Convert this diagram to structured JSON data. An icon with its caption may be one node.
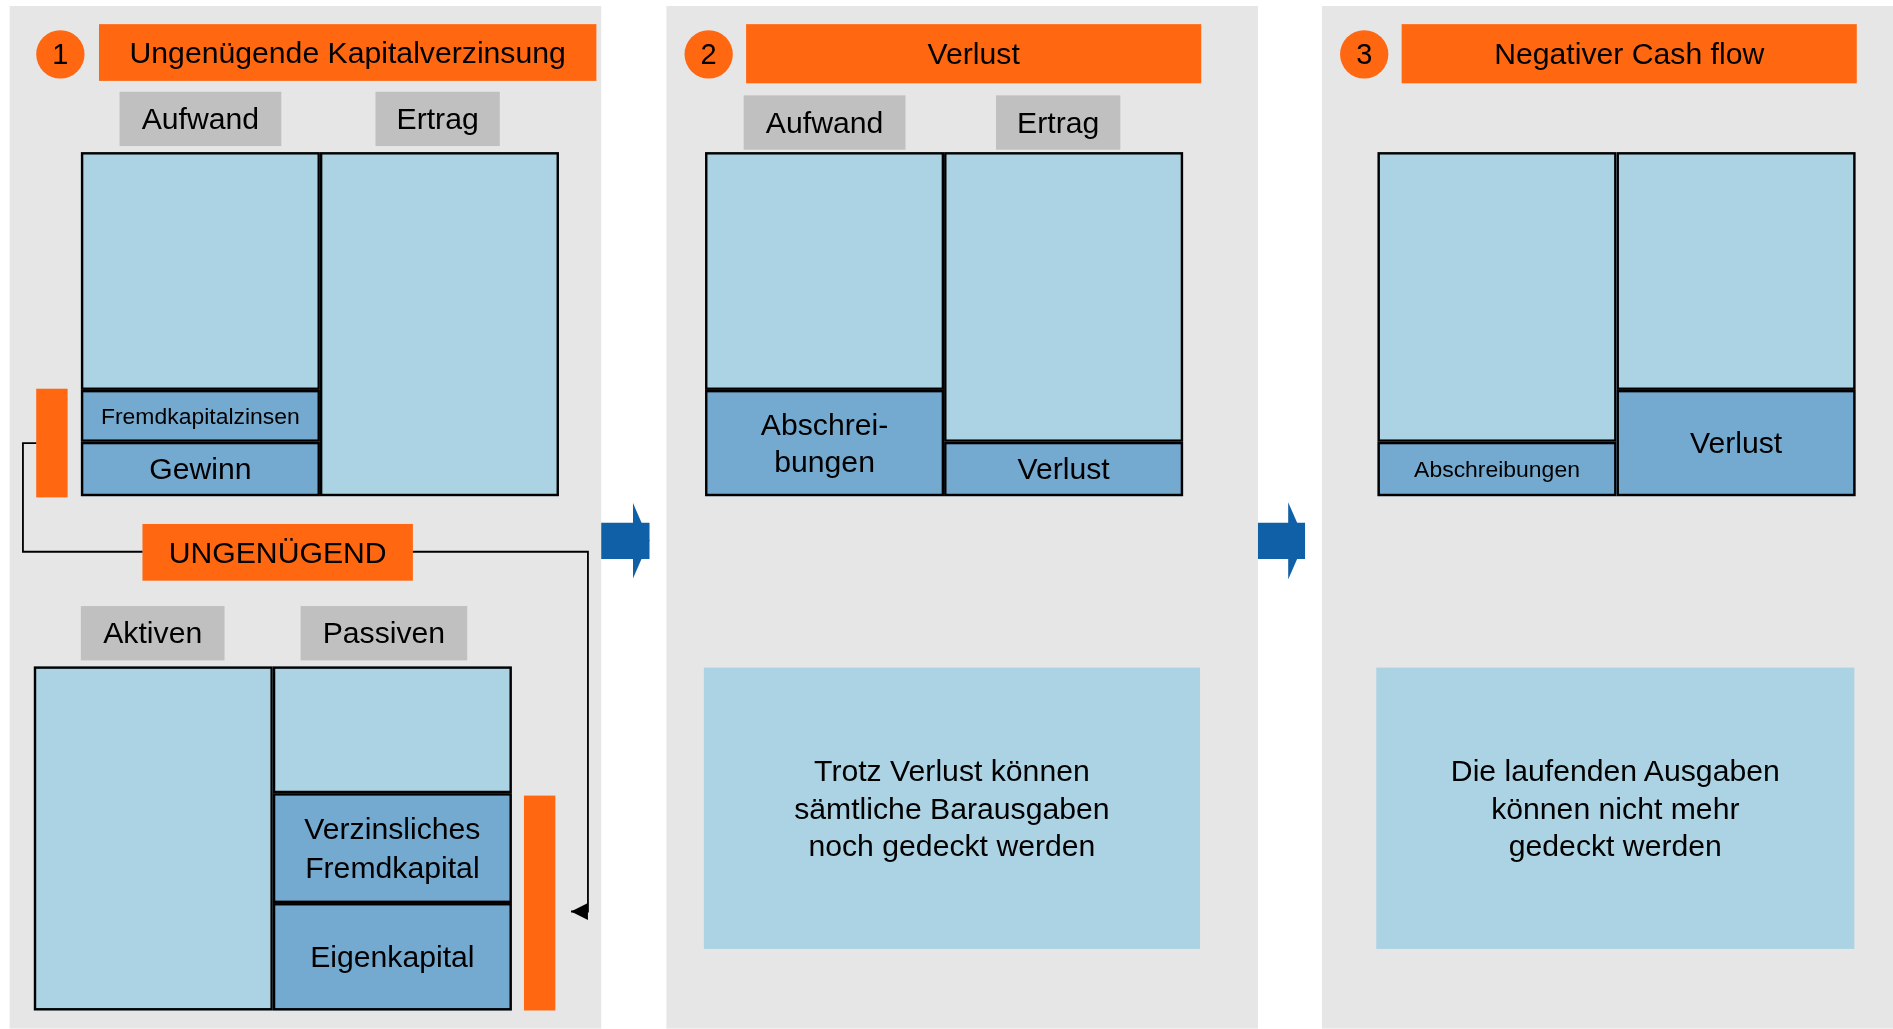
{
  "diagram": {
    "nodes": [
      {
        "text": [],
        "shape": "box"
      },
      {
        "text": [
          "1"
        ],
        "in": 0
      },
      {
        "text": [
          "Ungenügende Kapitalverzinsung"
        ],
        "in": 0
      },
      {
        "text": [
          "Aufwand"
        ],
        "in": 0
      },
      {
        "text": [
          "Ertrag"
        ],
        "in": 0
      },
      {
        "text": [],
        "shape": "box",
        "in": 0
      },
      {
        "text": [],
        "shape": "box",
        "in": 0
      },
      {
        "text": [
          "Fremdkapitalzinsen"
        ],
        "in": 0
      },
      {
        "text": [
          "Gewinn"
        ],
        "in": 0
      },
      {
        "text": [],
        "shape": "bar",
        "in": 0
      },
      {
        "text": [
          "UNGENÜGEND"
        ],
        "in": 0
      },
      {
        "text": [
          "Aktiven"
        ],
        "in": 0
      },
      {
        "text": [
          "Passiven"
        ],
        "in": 0
      },
      {
        "text": [],
        "shape": "box",
        "in": 0
      },
      {
        "text": [],
        "shape": "box",
        "in": 0
      },
      {
        "text": [
          "Verzinsliches Fremdkapital"
        ],
        "in": 0
      },
      {
        "text": [
          "Eigenkapital"
        ],
        "in": 0
      },
      {
        "text": [],
        "shape": "bar",
        "in": 0
      },
      {
        "text": [],
        "shape": "box"
      },
      {
        "text": [
          "2"
        ],
        "in": 18
      },
      {
        "text": [
          "Verlust"
        ],
        "in": 18
      },
      {
        "text": [
          "Aufwand"
        ],
        "in": 18
      },
      {
        "text": [
          "Ertrag"
        ],
        "in": 18
      },
      {
        "text": [],
        "shape": "box",
        "in": 18
      },
      {
        "text": [
          "Abschrei- bungen"
        ],
        "in": 18
      },
      {
        "text": [],
        "shape": "box",
        "in": 18
      },
      {
        "text": [
          "Verlust"
        ],
        "in": 18
      },
      {
        "text": [
          "Trotz Verlust können sämtliche Barausgaben noch gedeckt werden"
        ],
        "in": 18
      },
      {
        "text": [],
        "shape": "box"
      },
      {
        "text": [
          "3"
        ],
        "in": 28
      },
      {
        "text": [
          "Negativer Cash flow"
        ],
        "in": 28
      },
      {
        "text": [],
        "shape": "box",
        "in": 28
      },
      {
        "text": [
          "Abschreibungen"
        ],
        "in": 28
      },
      {
        "text": [],
        "shape": "box",
        "in": 28
      },
      {
        "text": [
          "Verlust"
        ],
        "in": 28
      },
      {
        "text": [
          "Die laufenden Ausgaben können nicht mehr gedeckt werden"
        ],
        "in": 28
      }
    ],
    "edges": [
      {
        "from": 0,
        "to": 18,
        "arrow": "to",
        "style": "thick",
        "color": "#1060a8"
      },
      {
        "from": 18,
        "to": 28,
        "arrow": "to",
        "style": "thick",
        "color": "#1060a8"
      },
      {
        "from": 9,
        "to": 10,
        "arrow": "none",
        "color": "#000000"
      },
      {
        "from": 10,
        "to": 17,
        "arrow": "to",
        "color": "#000000"
      }
    ]
  }
}
